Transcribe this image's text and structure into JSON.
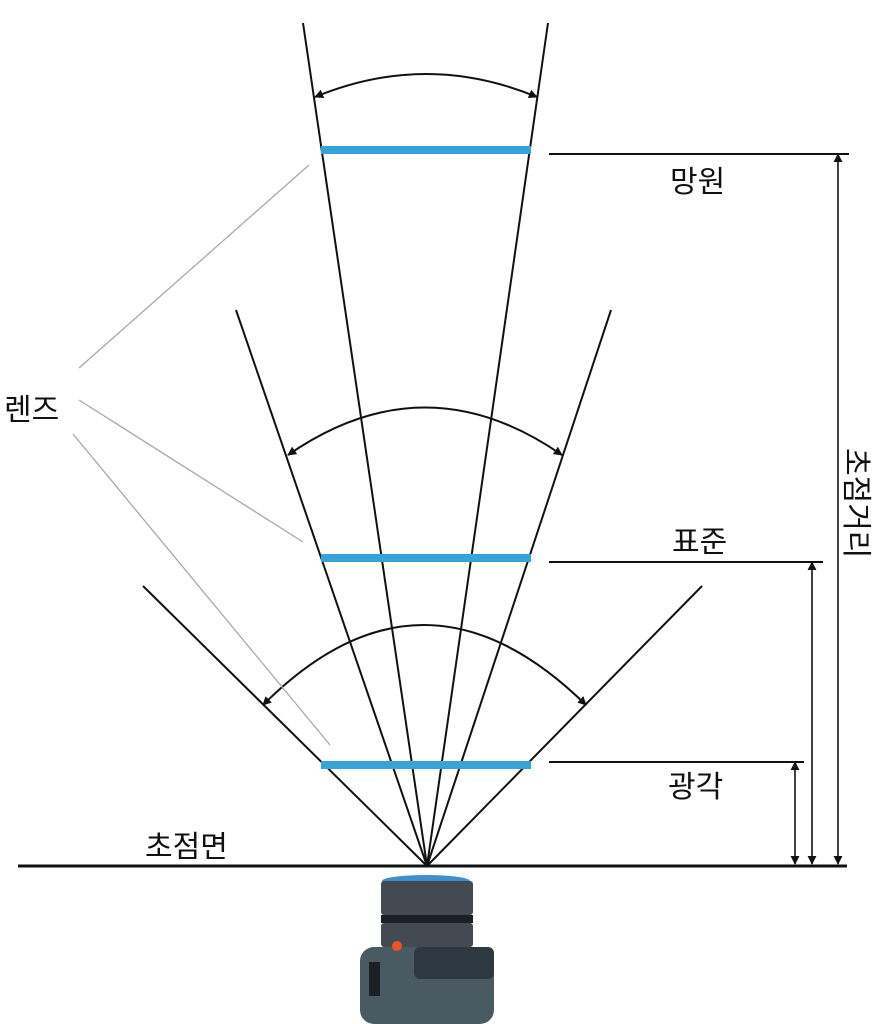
{
  "labels": {
    "telephoto": "망원",
    "standard": "표준",
    "wide": "광각",
    "lens": "렌즈",
    "focal_plane": "초점면",
    "focal_length": "초점거리"
  },
  "colors": {
    "lens_bar": "#36a3d9",
    "line": "#111111",
    "leader": "#a8a8a8",
    "camera_dark": "#434a52",
    "camera_body": "#4a5a63",
    "camera_shadow": "#2d3840",
    "camera_lens_top": "#3e8fd0",
    "camera_accent": "#e4552a"
  },
  "icons": {
    "camera": "camera-icon"
  }
}
